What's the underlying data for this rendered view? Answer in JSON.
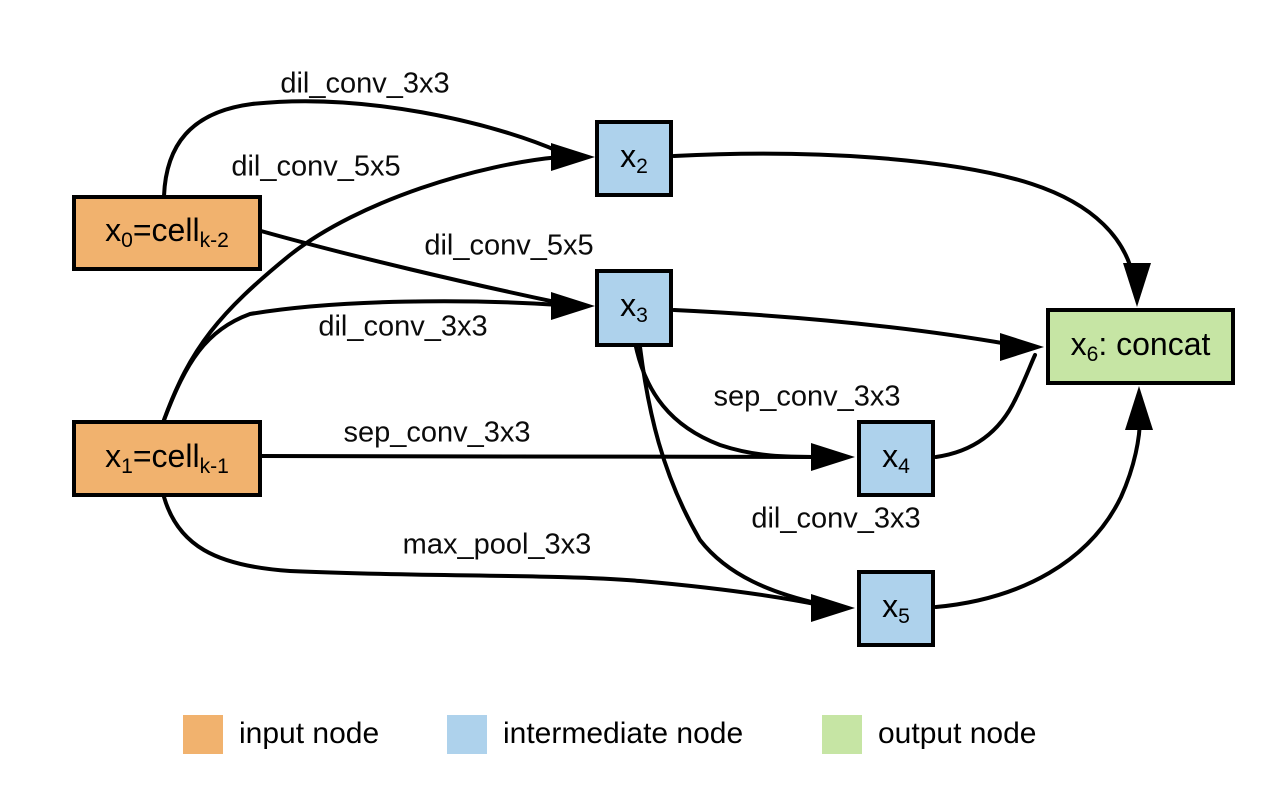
{
  "figure": {
    "description": "Neural architecture search cell diagram",
    "colors": {
      "input": "#f1b26e",
      "intermediate": "#aed2ec",
      "output": "#c6e5a4",
      "edge": "#000000"
    },
    "nodes": [
      {
        "id": "x0",
        "type": "input",
        "parts": {
          "pre": "x",
          "sub": "0",
          "mid": "=cell",
          "sub2": "k-2"
        }
      },
      {
        "id": "x1",
        "type": "input",
        "parts": {
          "pre": "x",
          "sub": "1",
          "mid": "=cell",
          "sub2": "k-1"
        }
      },
      {
        "id": "x2",
        "type": "intermediate",
        "parts": {
          "pre": "x",
          "sub": "2"
        }
      },
      {
        "id": "x3",
        "type": "intermediate",
        "parts": {
          "pre": "x",
          "sub": "3"
        }
      },
      {
        "id": "x4",
        "type": "intermediate",
        "parts": {
          "pre": "x",
          "sub": "4"
        }
      },
      {
        "id": "x5",
        "type": "intermediate",
        "parts": {
          "pre": "x",
          "sub": "5"
        }
      },
      {
        "id": "x6",
        "type": "output",
        "parts": {
          "pre": "x",
          "sub": "6",
          "mid": ": concat"
        }
      }
    ],
    "edges": [
      {
        "from": "x0",
        "to": "x2",
        "op": "dil_conv_3x3"
      },
      {
        "from": "x1",
        "to": "x2",
        "op": "dil_conv_5x5"
      },
      {
        "from": "x0",
        "to": "x3",
        "op": "dil_conv_5x5"
      },
      {
        "from": "x1",
        "to": "x3",
        "op": "dil_conv_3x3"
      },
      {
        "from": "x1",
        "to": "x4",
        "op": "sep_conv_3x3"
      },
      {
        "from": "x3",
        "to": "x4",
        "op": "sep_conv_3x3"
      },
      {
        "from": "x1",
        "to": "x5",
        "op": "max_pool_3x3"
      },
      {
        "from": "x3",
        "to": "x5",
        "op": "dil_conv_3x3"
      },
      {
        "from": "x2",
        "to": "x6"
      },
      {
        "from": "x3",
        "to": "x6"
      },
      {
        "from": "x4",
        "to": "x6"
      },
      {
        "from": "x5",
        "to": "x6"
      }
    ]
  },
  "legend": {
    "items": [
      {
        "label": "input node",
        "color": "#f1b26e"
      },
      {
        "label": "intermediate node",
        "color": "#aed2ec"
      },
      {
        "label": "output node",
        "color": "#c6e5a4"
      }
    ]
  }
}
